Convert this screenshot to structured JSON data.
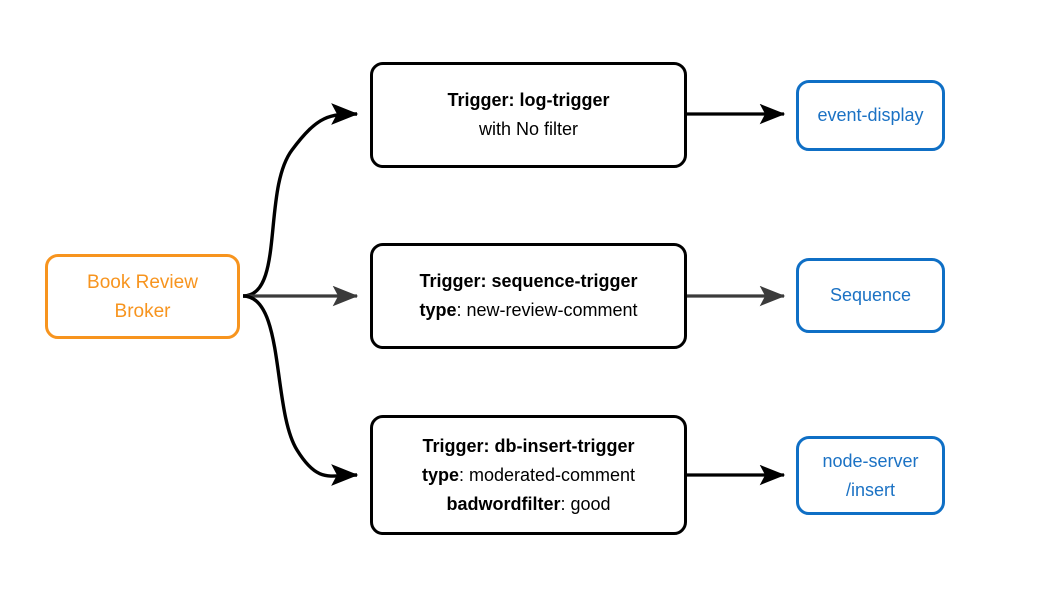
{
  "diagram": {
    "type": "event-routing-flow",
    "colors": {
      "broker_border": "#f7941e",
      "broker_text": "#f7941e",
      "trigger_border": "#000000",
      "trigger_text": "#000000",
      "target_border": "#0f6fc5",
      "target_text": "#1b72c4",
      "edge_black": "#000000",
      "edge_gray": "#3b3b3b",
      "background": "#ffffff"
    },
    "broker": {
      "name": "broker-node",
      "line1": "Book Review",
      "line2": "Broker"
    },
    "triggers": [
      {
        "name": "trigger-log",
        "line1_bold": "Trigger: log-trigger",
        "line2_bold": "",
        "line2_rest": "with No filter",
        "line3_bold": "",
        "line3_rest": ""
      },
      {
        "name": "trigger-sequence",
        "line1_bold": "Trigger: sequence-trigger",
        "line2_bold": "type",
        "line2_rest": ": new-review-comment",
        "line3_bold": "",
        "line3_rest": ""
      },
      {
        "name": "trigger-db-insert",
        "line1_bold": "Trigger: db-insert-trigger",
        "line2_bold": "type",
        "line2_rest": ": moderated-comment",
        "line3_bold": "badwordfilter",
        "line3_rest": ": good"
      }
    ],
    "targets": [
      {
        "name": "target-event-display",
        "line1": "event-display",
        "line2": ""
      },
      {
        "name": "target-sequence",
        "line1": "Sequence",
        "line2": ""
      },
      {
        "name": "target-node-server",
        "line1": "node-server",
        "line2": "/insert"
      }
    ]
  }
}
